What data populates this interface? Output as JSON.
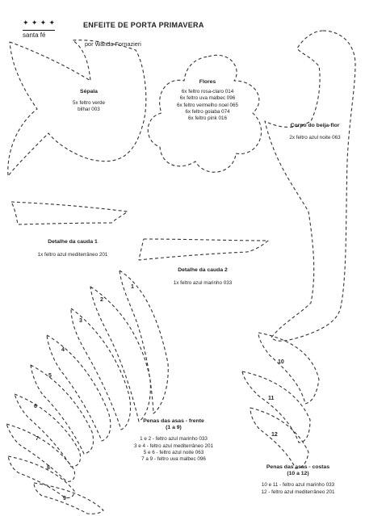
{
  "header": {
    "title": "ENFEITE DE PORTA PRIMAVERA",
    "author": "por Wanda Fornazieri",
    "brand": "santa fé",
    "crown_glyphs": [
      "✦",
      "✦",
      "✦",
      "✦"
    ]
  },
  "pieces": {
    "sepala": {
      "label": "Sépala",
      "line1": "5x feltro verde",
      "line2": "bilhar 003"
    },
    "flores": {
      "label": "Flores",
      "lines": [
        "6x feltro rosa-claro 014",
        "6x feltro uva malbec 096",
        "6x feltro vermelho noel 065",
        "6x feltro goiaba 074",
        "6x feltro pink 016"
      ]
    },
    "corpo": {
      "label": "Corpo do beija-flor",
      "line1": "2x feltro azul noite 063"
    },
    "cauda1": {
      "label": "Detalhe da cauda 1",
      "line1": "1x feltro azul mediterrâneo 201"
    },
    "cauda2": {
      "label": "Detalhe da cauda 2",
      "line1": "1x feltro azul marinho 033"
    },
    "frente": {
      "label": "Penas das asas - frente",
      "sub": "(1 a 9)",
      "lines": [
        "1 e 2 - feltro azul marinho 033",
        "3 e 4 - feltro azul mediterrâneo 201",
        "5 e 6 - feltro azul noite 063",
        "7 a 9 - feltro uva malbec 096"
      ]
    },
    "costas": {
      "label": "Penas das asas - costas",
      "sub": "(10 a 12)",
      "lines": [
        "10 e 11 - feltro azul marinho 033",
        "12 - feltro azul mediterrâneo 201"
      ]
    }
  },
  "feather_numbers": [
    "1",
    "2",
    "3",
    "4",
    "5",
    "6",
    "7",
    "8",
    "9",
    "10",
    "11",
    "12"
  ]
}
